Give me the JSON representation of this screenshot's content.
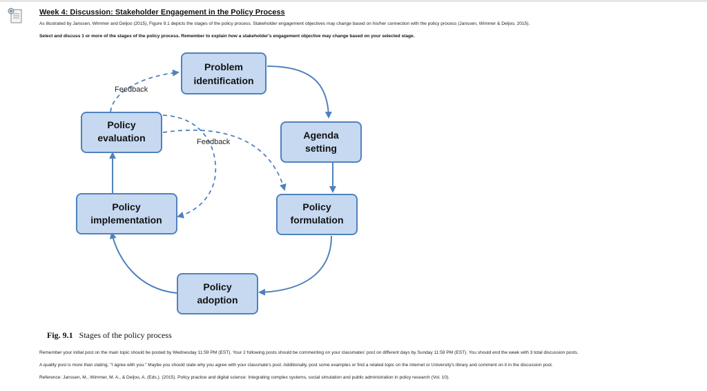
{
  "header": {
    "title": "Week 4: Discussion: Stakeholder Engagement in the Policy Process",
    "intro": "As illustrated by Janssen, Wimmer and Deljoo (2015), Figure 9.1 depicts the stages of the policy process. Stakeholder engagement objectives may change based on his/her connection with the policy process (Janssen, Wimmer & Deljoo, 2015).",
    "instruction": "Select and discuss 1 or more of the stages of the policy process. Remember to explain how a stakeholder's engagement objective may change based on your selected stage."
  },
  "diagram": {
    "stages": {
      "problem": [
        "Problem",
        "identification"
      ],
      "agenda": [
        "Agenda",
        "setting"
      ],
      "formulation": [
        "Policy",
        "formulation"
      ],
      "adoption": [
        "Policy",
        "adoption"
      ],
      "implementation": [
        "Policy",
        "implementation"
      ],
      "evaluation": [
        "Policy",
        "evaluation"
      ]
    },
    "feedback_label_1": "Feedback",
    "feedback_label_2": "Feedback",
    "colors": {
      "box_fill": "#c6d9f1",
      "box_stroke": "#4f81bd",
      "arrow": "#4f81bd"
    }
  },
  "figure": {
    "caption_label": "Fig. 9.1",
    "caption_text": "Stages of the policy process"
  },
  "footer": {
    "line1": "Remember your initial post on the main topic should be posted by Wednesday 11:59 PM (EST). Your 2 following posts should be commenting on your classmates' post on different days by Sunday 11:59 PM (EST). You should end the week with 3 total discussion posts.",
    "line2": "A quality post is more than stating, \"I agree with you.\" Maybe you should state why you agree with your classmate's post. Additionally, post some examples or find a related topic on the internet or University's library and comment on it in the discussion post.",
    "line3": "Reference: Janssen, M., Wimmer, M. A., & Deljoo, A. (Eds.). (2015). Policy practice and digital science: Integrating complex systems, social simulation and public administration in policy research (Vol. 10)."
  }
}
